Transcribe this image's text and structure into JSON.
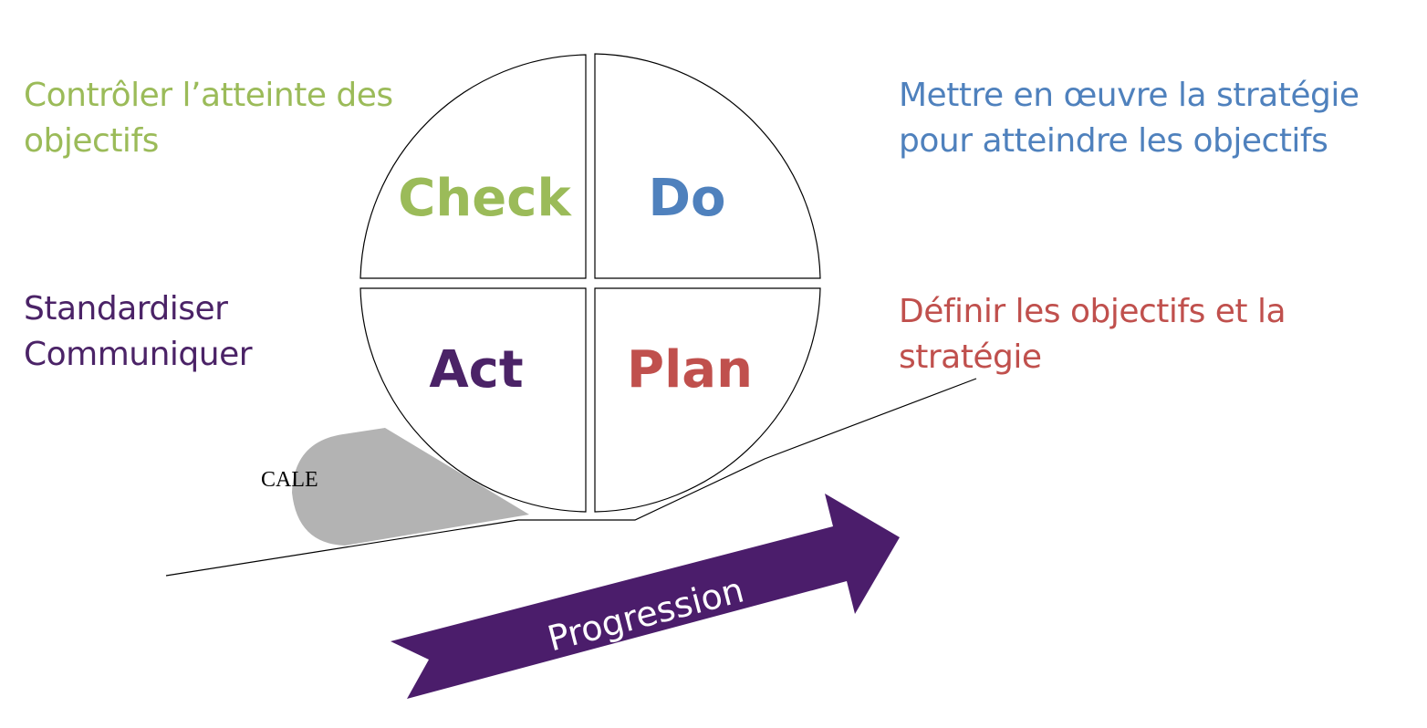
{
  "quadrants": {
    "check": {
      "label": "Check",
      "color": "#9bbb59"
    },
    "do": {
      "label": "Do",
      "color": "#4f81bd"
    },
    "act": {
      "label": "Act",
      "color": "#4b2367"
    },
    "plan": {
      "label": "Plan",
      "color": "#c0504d"
    }
  },
  "descriptions": {
    "check": {
      "line1": "Contrôler l’atteinte des",
      "line2": "objectifs"
    },
    "do": {
      "line1": "Mettre en œuvre la stratégie",
      "line2": "pour atteindre les objectifs"
    },
    "act": {
      "line1": "Standardiser",
      "line2": "Communiquer"
    },
    "plan": {
      "line1": "Définir les objectifs et la",
      "line2": "stratégie"
    }
  },
  "wedge": {
    "label": "CALE",
    "color": "#b3b3b3"
  },
  "arrow": {
    "label": "Progression",
    "color": "#4b1d6b"
  }
}
